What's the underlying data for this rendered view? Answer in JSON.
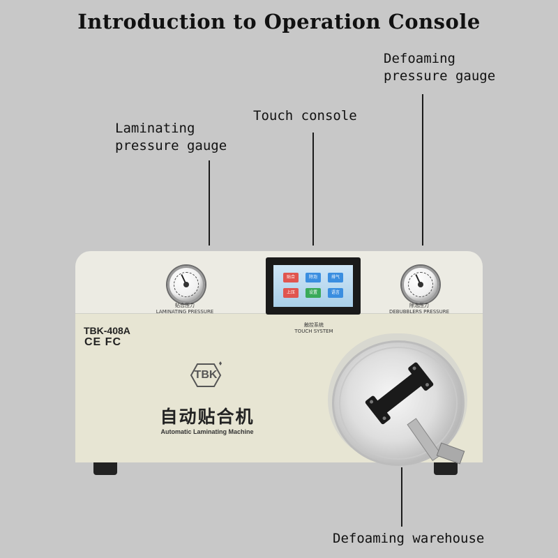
{
  "title": "Introduction to Operation Console",
  "callouts": {
    "laminating_gauge": [
      "Laminating",
      "pressure gauge"
    ],
    "touch_console": "Touch console",
    "defoaming_gauge": [
      "Defoaming",
      "pressure gauge"
    ],
    "defoaming_warehouse": "Defoaming warehouse"
  },
  "machine": {
    "left_gauge_label_cn": "贴合压力",
    "left_gauge_label_en": "LAMINATING PRESSURE",
    "right_gauge_label_cn": "除泡压力",
    "right_gauge_label_en": "DEBUBBLERS PRESSURE",
    "system_label_cn": "触控系统",
    "system_label_en": "TOUCH SYSTEM",
    "model": "TBK-408A",
    "certifications": "CE FC",
    "brand": "TBK",
    "product_name_cn": "自动贴合机",
    "product_name_en": "Automatic Laminating Machine"
  },
  "screen_buttons": [
    {
      "label": "贴合",
      "color": "#e0554f"
    },
    {
      "label": "除泡",
      "color": "#3a8ee0"
    },
    {
      "label": "排气",
      "color": "#3a8ee0"
    },
    {
      "label": "上压",
      "color": "#e0554f"
    },
    {
      "label": "设置",
      "color": "#3aaa5a"
    },
    {
      "label": "语言",
      "color": "#3a8ee0"
    }
  ]
}
